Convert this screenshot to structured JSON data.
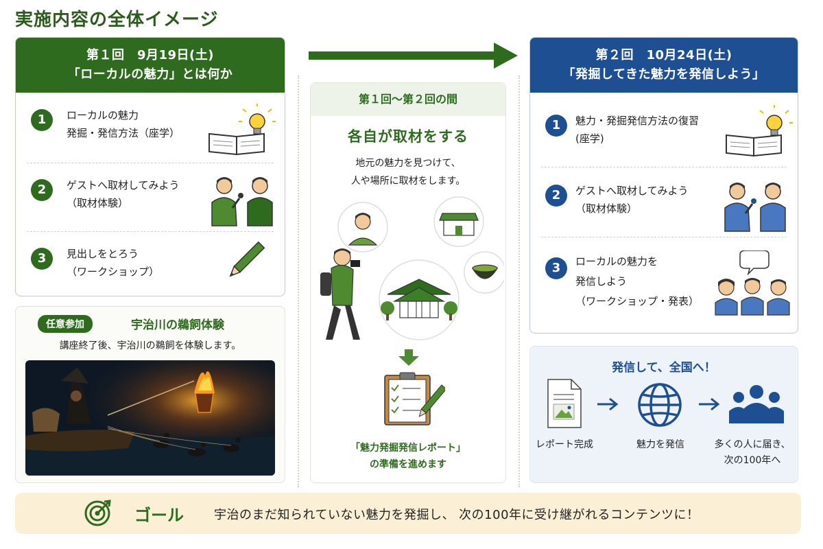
{
  "title": "実施内容の全体イメージ",
  "session1": {
    "header_line1": "第１回　9月19日(土)",
    "header_line2": "「ローカルの魅力」とは何か",
    "items": [
      {
        "num": "1",
        "line1": "ローカルの魅力",
        "line2": "発掘・発信方法（座学）",
        "icon": "book-lightbulb-icon"
      },
      {
        "num": "2",
        "line1": "ゲストへ取材してみよう",
        "line2": "（取材体験）",
        "icon": "interview-icon"
      },
      {
        "num": "3",
        "line1": "見出しをとろう",
        "line2": "（ワークショップ）",
        "icon": "pencil-icon"
      }
    ]
  },
  "optional": {
    "badge": "任意参加",
    "title": "宇治川の鵜飼体験",
    "desc": "講座終了後、宇治川の鵜飼を体験します。"
  },
  "between": {
    "header": "第１回〜第２回の間",
    "title": "各自が取材をする",
    "desc_line1": "地元の魅力を見つけて、",
    "desc_line2": "人や場所に取材をします。",
    "foot_line1": "「魅力発掘発信レポート」",
    "foot_line2": "の準備を進めます"
  },
  "session2": {
    "header_line1": "第２回　10月24日(土)",
    "header_line2": "「発掘してきた魅力を発信しよう」",
    "items": [
      {
        "num": "1",
        "line1": "魅力・発掘発信方法の復習",
        "line2": "(座学)",
        "line3": "",
        "icon": "book-lightbulb-icon"
      },
      {
        "num": "2",
        "line1": "ゲストへ取材してみよう",
        "line2": "（取材体験）",
        "line3": "",
        "icon": "interview-icon"
      },
      {
        "num": "3",
        "line1": "ローカルの魅力を",
        "line2": "発信しよう",
        "line3": "（ワークショップ・発表）",
        "icon": "group-discussion-icon"
      }
    ]
  },
  "spread": {
    "title": "発信して、全国へ！",
    "step1": "レポート完成",
    "step2": "魅力を発信",
    "step3_line1": "多くの人に届き、",
    "step3_line2": "次の100年へ"
  },
  "goal": {
    "label": "ゴール",
    "text": "宇治のまだ知られていない魅力を発掘し、 次の100年に受け継がれるコンテンツに！"
  },
  "colors": {
    "green": "#2e6b1f",
    "blue": "#1e4f93",
    "goal_bg": "#fbf0d6"
  }
}
